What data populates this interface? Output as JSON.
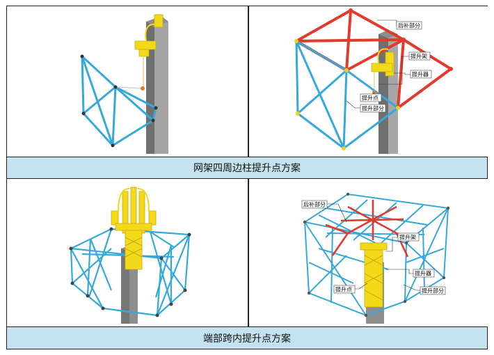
{
  "figure": {
    "row1_caption": "网架四周边柱提升点方案",
    "row2_caption": "端部跨内提升点方案"
  },
  "panel_tr_labels": {
    "rear_fill": "后补部分",
    "lift_frame": "提升架",
    "lifter": "提升器",
    "lift_point": "提升点",
    "lift_part": "提升部分"
  },
  "panel_br_labels": {
    "rear_fill": "后补部分",
    "lift_frame": "提升架",
    "lifter": "提升器",
    "lift_point": "提升点",
    "lift_part": "提升部分"
  },
  "colors": {
    "truss_blue": "#35a8dc",
    "truss_red": "#e23a2c",
    "column_gray": "#8c8c8c",
    "lift_yellow": "#f2d91a",
    "caption_bg": "#c5e3ee"
  }
}
